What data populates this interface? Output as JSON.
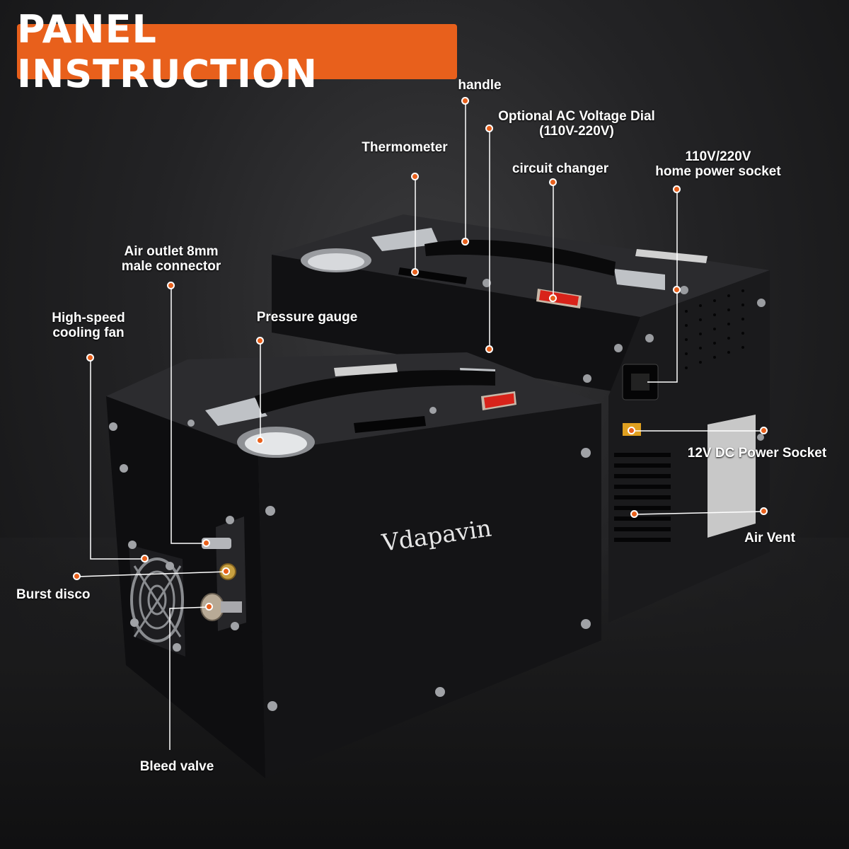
{
  "banner": {
    "title": "PANEL INSTRUCTION"
  },
  "brand": "Vdapavin",
  "labels": {
    "handle": "handle",
    "ac_dial_line1": "Optional AC Voltage Dial",
    "ac_dial_line2": "(110V-220V)",
    "thermometer": "Thermometer",
    "circuit_changer": "circuit changer",
    "power_socket_line1": "110V/220V",
    "power_socket_line2": "home power socket",
    "air_outlet_line1": "Air outlet 8mm",
    "air_outlet_line2": "male connector",
    "cooling_fan_line1": "High-speed",
    "cooling_fan_line2": "cooling fan",
    "pressure_gauge": "Pressure gauge",
    "dc_socket": "12V DC Power Socket",
    "air_vent": "Air Vent",
    "burst_disco": "Burst disco",
    "bleed_valve": "Bleed valve"
  },
  "colors": {
    "accent": "#e8601c",
    "switch": "#d8231a",
    "body": "#141416"
  }
}
